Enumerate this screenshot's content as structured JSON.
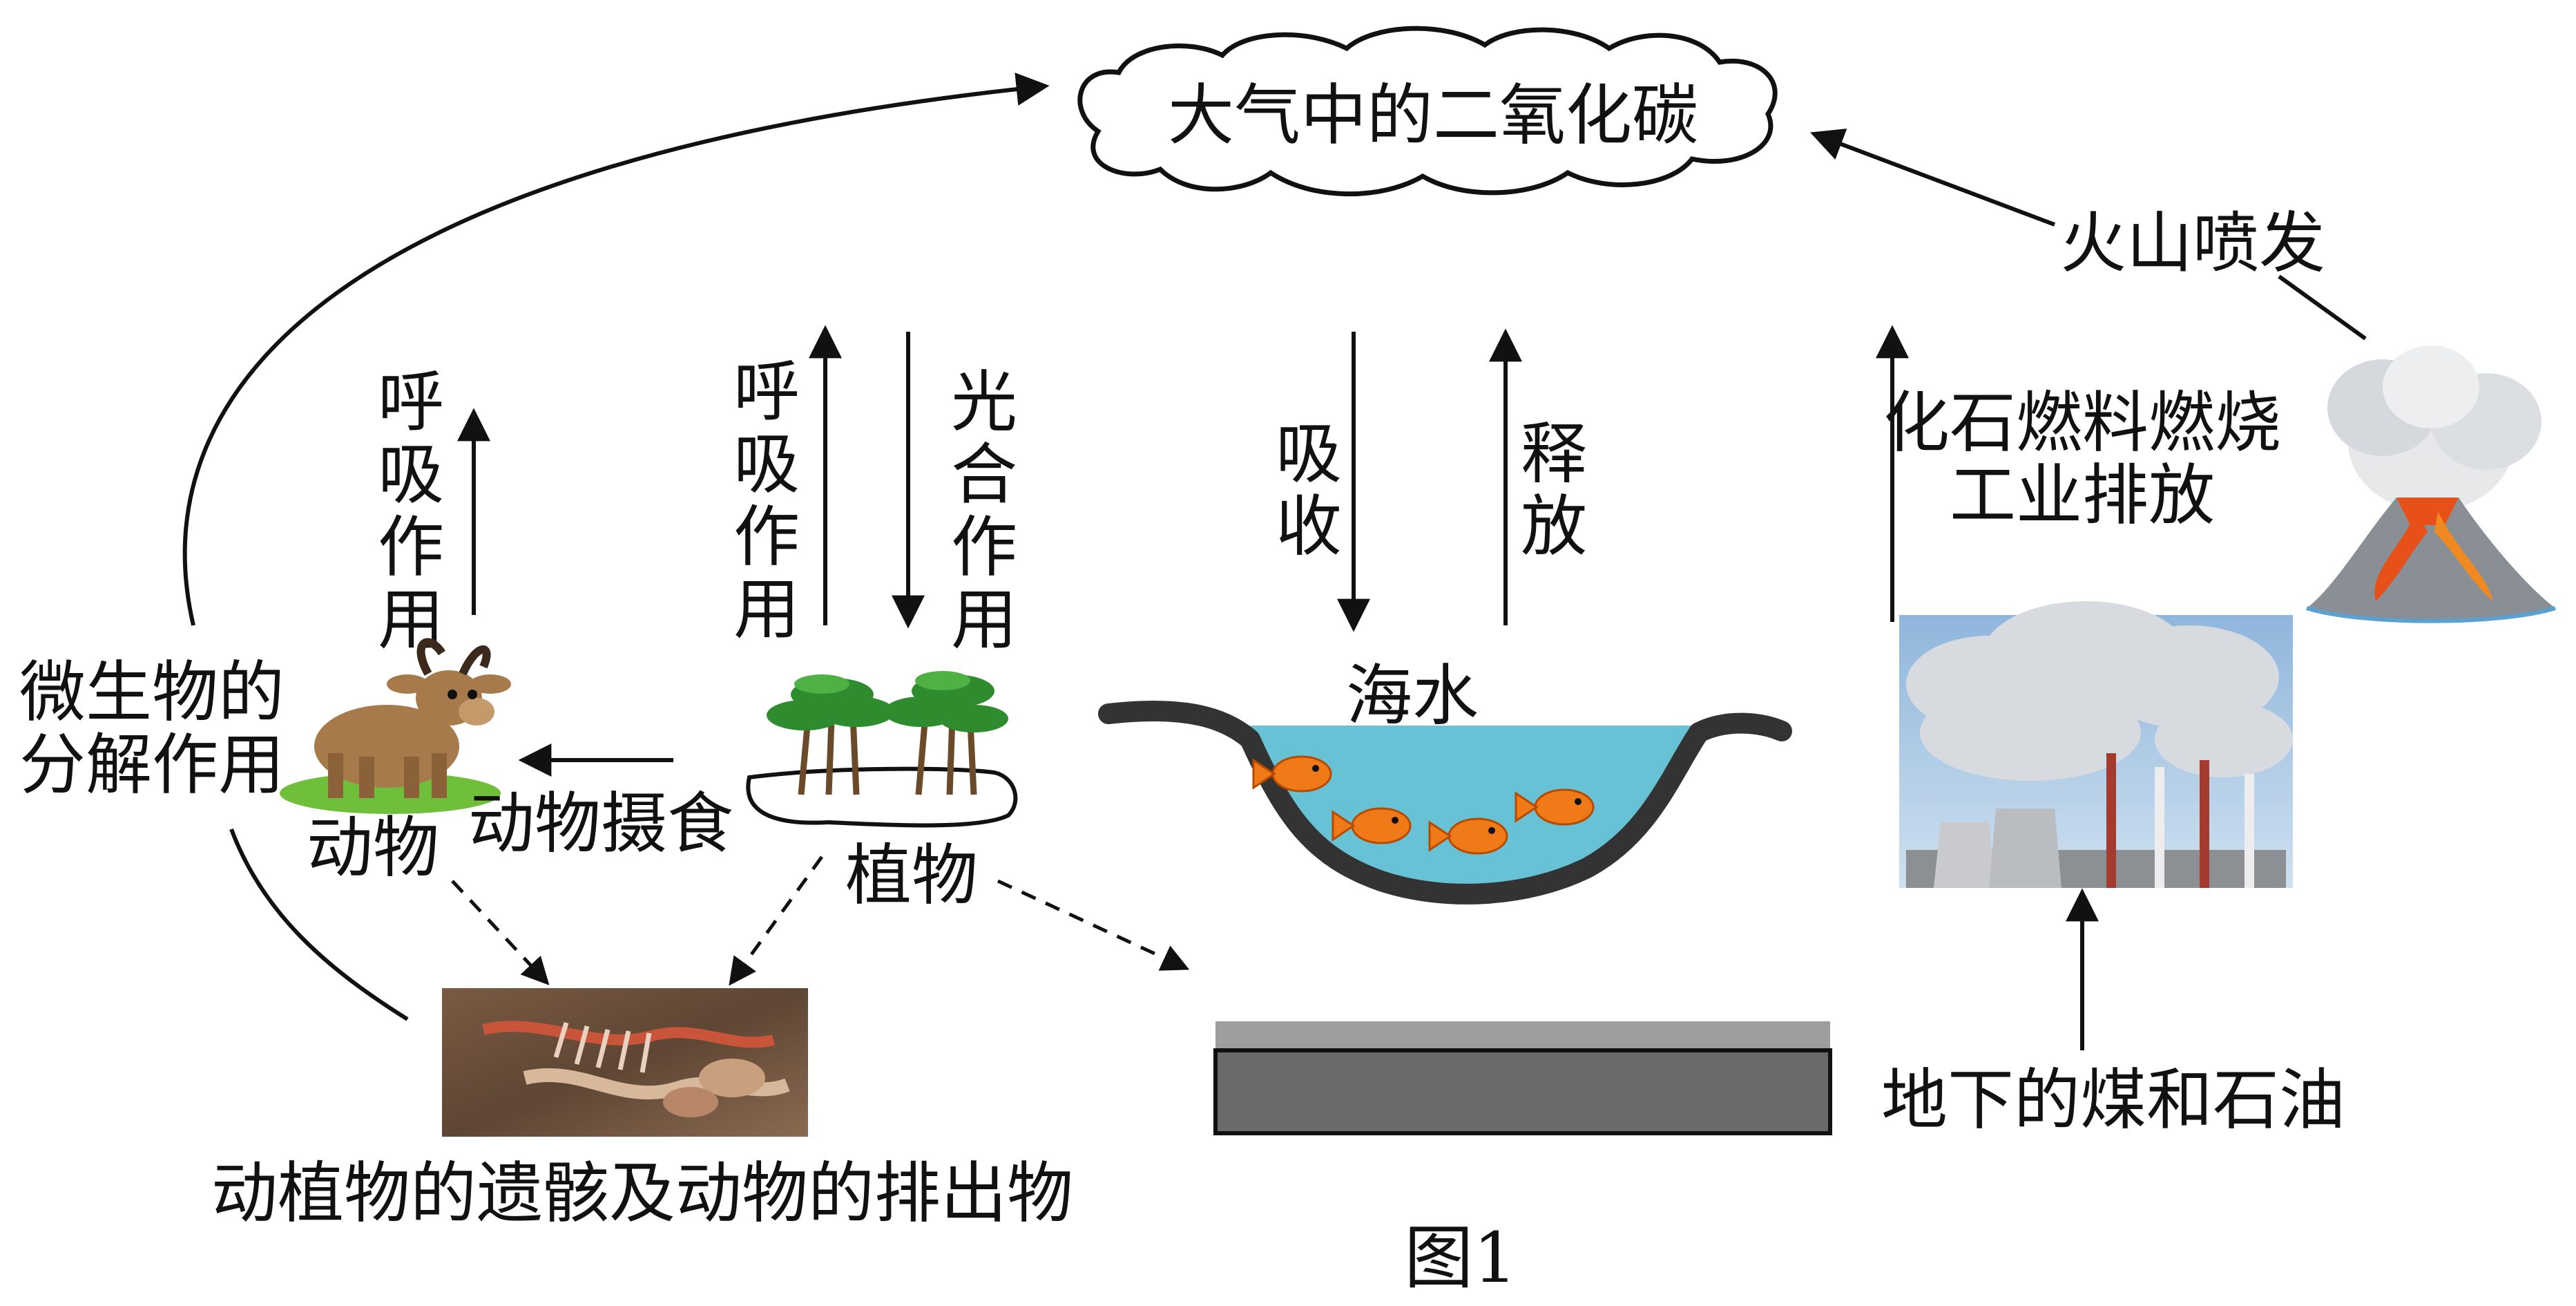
{
  "nodes": {
    "atmosphere_co2": "大气中的二氧化碳",
    "microbe_decomposition": [
      "微生物的",
      "分解作用"
    ],
    "animal": "动物",
    "plant": "植物",
    "animal_feeding": "动物摄食",
    "seawater": "海水",
    "remains_and_excretions": "动植物的遗骸及动物的排出物",
    "coal_and_oil": "地下的煤和石油",
    "volcano": "火山喷发",
    "fossil_fuel_industry": [
      "化石燃料燃烧",
      "工业排放"
    ]
  },
  "processes": {
    "animal_respiration": [
      "呼",
      "吸",
      "作",
      "用"
    ],
    "plant_respiration": [
      "呼",
      "吸",
      "作",
      "用"
    ],
    "photosynthesis": [
      "光",
      "合",
      "作",
      "用"
    ],
    "ocean_absorb": [
      "吸",
      "收"
    ],
    "ocean_release": [
      "释",
      "放"
    ]
  },
  "caption": "图1",
  "colors": {
    "line": "#111111",
    "water": "#67c2d6",
    "basin": "#333333",
    "fish": "#f07a18",
    "ground_top": "#9e9e9e",
    "ground": "#6a6a6a",
    "grass": "#6fbf3a",
    "tree": "#2e8b2e",
    "animal_body": "#a67a4a",
    "lava": "#e8501a",
    "smoke": "#d7dbe0",
    "sky": "#9cc3e4"
  },
  "icons": [
    "cloud-icon",
    "goat-icon",
    "palm-trees-icon",
    "fish-icon",
    "carcass-icon",
    "factory-smoke-icon",
    "volcano-icon"
  ]
}
